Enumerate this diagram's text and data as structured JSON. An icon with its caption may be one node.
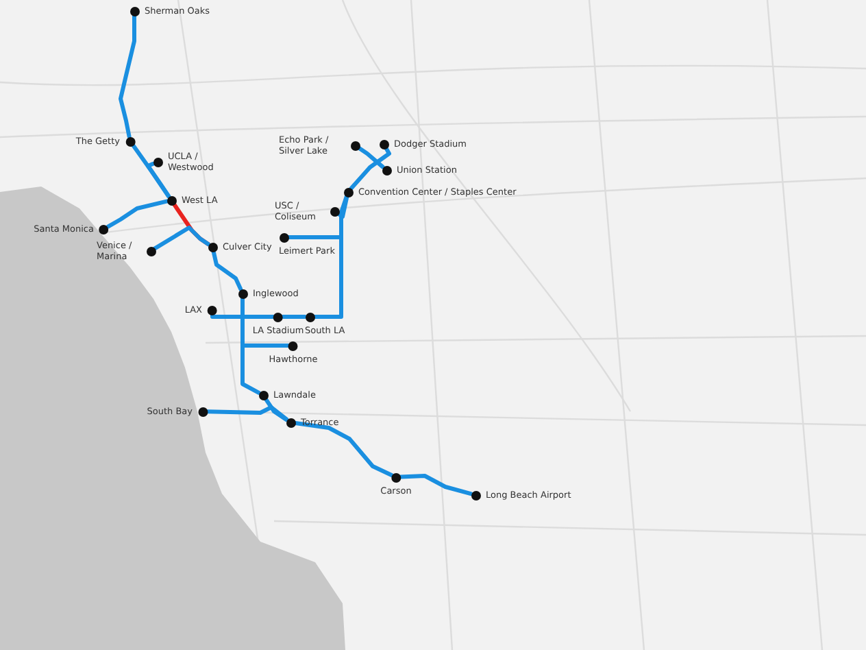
{
  "diagram": {
    "nodes": [
      {
        "text": [
          "Sherman Oaks"
        ]
      },
      {
        "text": [
          "The Getty"
        ]
      },
      {
        "text": [
          "UCLA / Westwood"
        ]
      },
      {
        "text": [
          "West LA"
        ]
      },
      {
        "text": [
          "Santa Monica"
        ]
      },
      {
        "text": [
          "Venice / Marina"
        ]
      },
      {
        "text": [
          "Culver City"
        ]
      },
      {
        "text": [
          "Echo Park / Silver Lake"
        ]
      },
      {
        "text": [
          "Dodger Stadium"
        ]
      },
      {
        "text": [
          "Union Station"
        ]
      },
      {
        "text": [
          "Convention Center / Staples Center"
        ]
      },
      {
        "text": [
          "USC / Coliseum"
        ]
      },
      {
        "text": [
          "Leimert Park"
        ]
      },
      {
        "text": [
          "Inglewood"
        ]
      },
      {
        "text": [
          "LAX"
        ]
      },
      {
        "text": [
          "LA Stadium"
        ]
      },
      {
        "text": [
          "South LA"
        ]
      },
      {
        "text": [
          "Hawthorne"
        ]
      },
      {
        "text": [
          "Lawndale"
        ]
      },
      {
        "text": [
          "South Bay"
        ]
      },
      {
        "text": [
          "Torrance"
        ]
      },
      {
        "text": [
          "Carson"
        ]
      },
      {
        "text": [
          "Long Beach Airport"
        ]
      }
    ],
    "edges": [
      {
        "from": 0,
        "to": 1,
        "arrow": "none"
      },
      {
        "from": 1,
        "to": 3,
        "arrow": "none"
      },
      {
        "from": 2,
        "to": 3,
        "arrow": "none"
      },
      {
        "from": 4,
        "to": 3,
        "arrow": "none"
      },
      {
        "from": 3,
        "to": 6,
        "arrow": "none",
        "color": "#e8231f"
      },
      {
        "from": 5,
        "to": 6,
        "arrow": "none"
      },
      {
        "from": 6,
        "to": 13,
        "arrow": "none"
      },
      {
        "from": 13,
        "to": 18,
        "arrow": "none"
      },
      {
        "from": 17,
        "to": 13,
        "arrow": "none"
      },
      {
        "from": 14,
        "to": 15,
        "arrow": "none"
      },
      {
        "from": 15,
        "to": 16,
        "arrow": "none"
      },
      {
        "from": 16,
        "to": 12,
        "arrow": "none"
      },
      {
        "from": 12,
        "to": 10,
        "arrow": "none"
      },
      {
        "from": 11,
        "to": 10,
        "arrow": "none"
      },
      {
        "from": 10,
        "to": 8,
        "arrow": "none"
      },
      {
        "from": 7,
        "to": 9,
        "arrow": "none"
      },
      {
        "from": 18,
        "to": 20,
        "arrow": "none"
      },
      {
        "from": 19,
        "to": 20,
        "arrow": "none"
      },
      {
        "from": 20,
        "to": 21,
        "arrow": "none"
      },
      {
        "from": 21,
        "to": 22,
        "arrow": "none"
      }
    ]
  }
}
